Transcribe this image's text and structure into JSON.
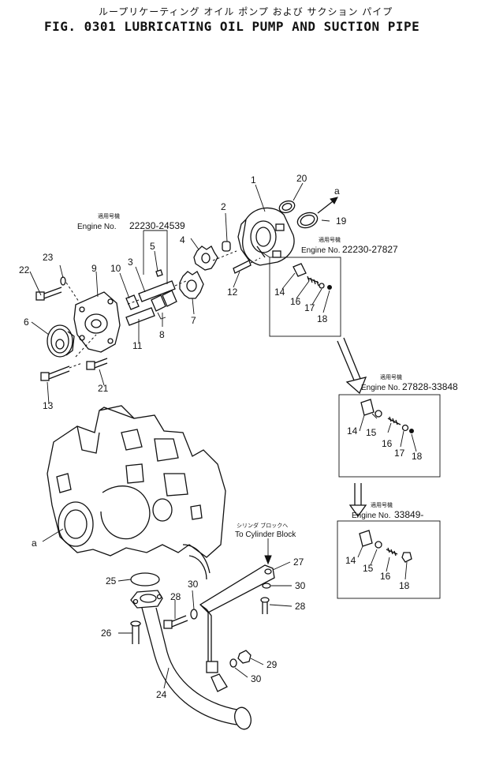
{
  "title_jp": "ループリケーティング オイル ポンプ および サクション パイプ",
  "title_en": "FIG. 0301  LUBRICATING OIL PUMP AND SUCTION PIPE",
  "engine_label_jp": "適用号機",
  "engine_label": "Engine No.",
  "engine_ranges": {
    "pump_gear": "22230-24539",
    "relief_valve_early": "22230-27827",
    "relief_valve_mid": "27828-33848",
    "relief_valve_late": "33849-"
  },
  "cylinder_block_note_jp": "シリンダ ブロックへ",
  "cylinder_block_note": "To Cylinder Block",
  "ref_letter": "a",
  "callouts": [
    "1",
    "2",
    "3",
    "4",
    "5",
    "6",
    "7",
    "8",
    "9",
    "10",
    "11",
    "12",
    "13",
    "14",
    "15",
    "16",
    "17",
    "18",
    "19",
    "20",
    "21",
    "22",
    "23",
    "24",
    "25",
    "26",
    "27",
    "28",
    "29",
    "30"
  ]
}
